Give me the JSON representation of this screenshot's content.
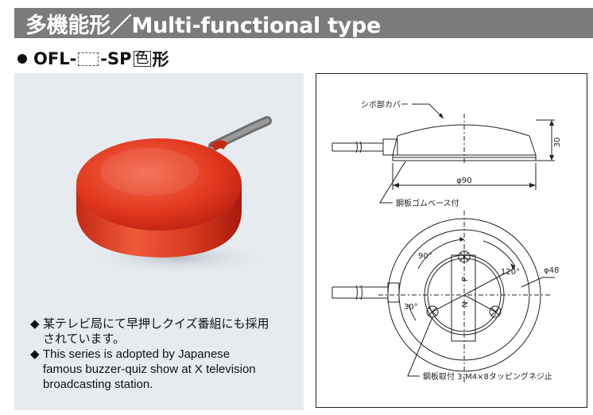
{
  "header": {
    "title": "多機能形／Multi-functional type"
  },
  "model": {
    "prefix": "OFL-",
    "suffix": "-SP",
    "color_char": "色",
    "shape_char": "形"
  },
  "description": {
    "mark": "◆",
    "jp_line1": "某テレビ局にて早押しクイズ番組にも採用",
    "jp_line2": "されています。",
    "en_line1": "This series is adopted by Japanese",
    "en_line2": "famous buzzer-quiz show at X television",
    "en_line3": "broadcasting station."
  },
  "drawing": {
    "cover_label": "シボ部カバー",
    "height_dim": "30",
    "diameter_dim": "φ90",
    "base_label": "鋼板ゴムベース付",
    "angle_90": "90°",
    "angle_120": "120°",
    "angle_30": "30°",
    "pcd_dim": "φ48",
    "letter_p": "P",
    "letter_n": "N",
    "mount_label": "鋼板取付 3-M4×8タッピングネジ止"
  },
  "colors": {
    "title_bar": "#7b7b7b",
    "panel_bg": "#e6ebef",
    "switch_red": "#e0391f",
    "cable": "#8a8a8a"
  }
}
